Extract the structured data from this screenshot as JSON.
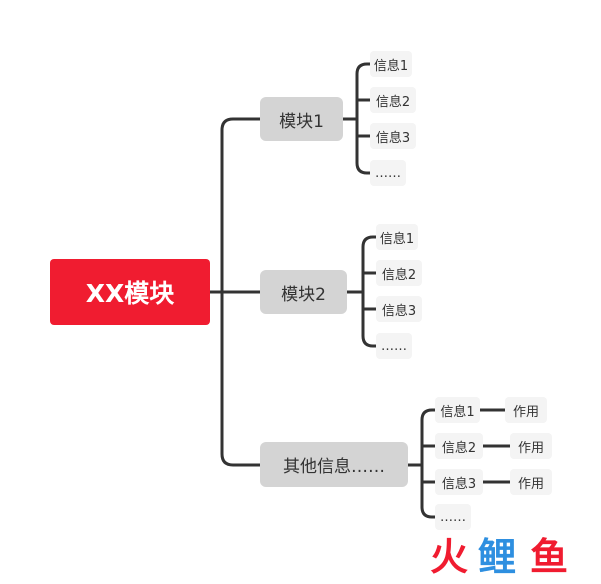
{
  "root": {
    "label": "XX模块"
  },
  "branches": [
    {
      "label": "模块1",
      "children": [
        "信息1",
        "信息2",
        "信息3",
        "……"
      ]
    },
    {
      "label": "模块2",
      "children": [
        "信息1",
        "信息2",
        "信息3",
        "……"
      ]
    },
    {
      "label": "其他信息……",
      "children": [
        "信息1",
        "信息2",
        "信息3",
        "……"
      ],
      "child_notes": [
        "作用",
        "作用",
        "作用"
      ]
    }
  ],
  "watermark": {
    "chars": [
      "火",
      "鲤",
      "鱼"
    ]
  },
  "colors": {
    "root": "#f01c30",
    "connector": "#333333",
    "module_bg": "#d4d4d4",
    "leaf_bg": "#f4f4f4",
    "watermark": "#f01c30"
  }
}
